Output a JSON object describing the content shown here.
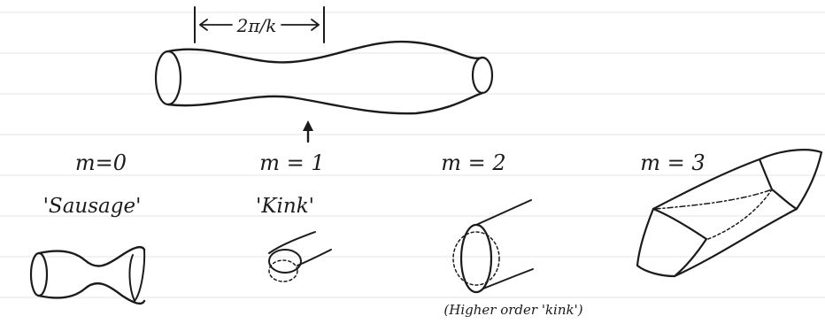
{
  "wavelength_label": "2π/k",
  "modes": [
    {
      "mode": "m=0",
      "name": "'Sausage'"
    },
    {
      "mode": "m = 1",
      "name": "'Kink'"
    },
    {
      "mode": "m = 2",
      "name": "(Higher order 'kink')"
    },
    {
      "mode": "m = 3",
      "name": ""
    }
  ],
  "colors": {
    "ink": "#1b1b1b",
    "paper": "#ffffff",
    "rule": "#e4e4e4"
  }
}
